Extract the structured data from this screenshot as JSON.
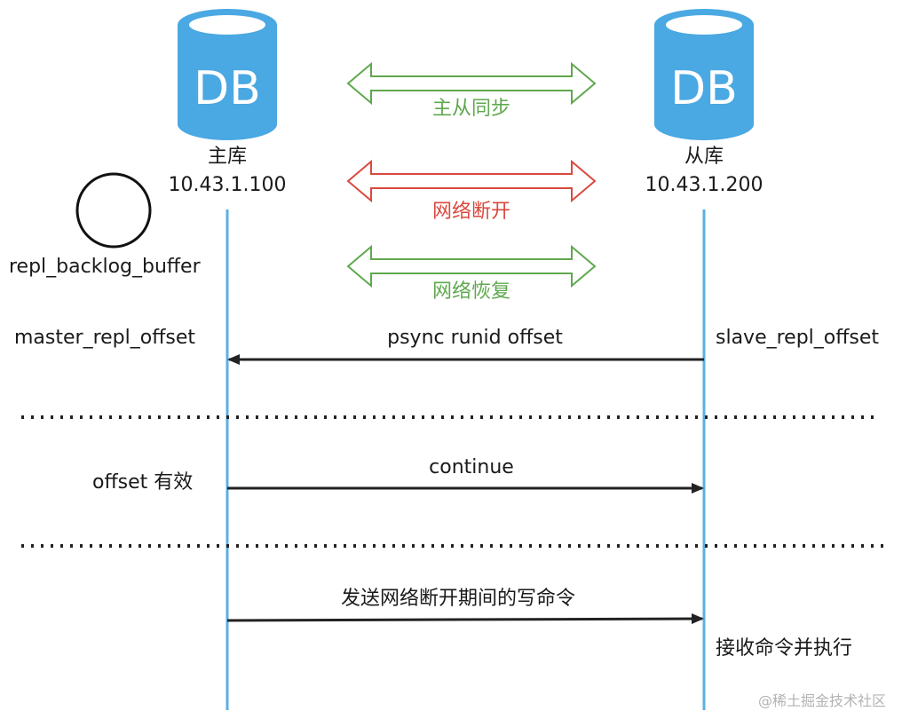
{
  "master": {
    "db_label": "DB",
    "name": "主库",
    "ip": "10.43.1.100"
  },
  "slave": {
    "db_label": "DB",
    "name": "从库",
    "ip": "10.43.1.200"
  },
  "links": {
    "sync": "主从同步",
    "disconnect": "网络断开",
    "recover": "网络恢复"
  },
  "buffer_label": "repl_backlog_buffer",
  "master_offset_label": "master_repl_offset",
  "slave_offset_label": "slave_repl_offset",
  "messages": {
    "psync": "psync runid offset",
    "continue": "continue",
    "send_writes": "发送网络断开期间的写命令"
  },
  "offset_valid": "offset 有效",
  "slave_exec": "接收命令并执行",
  "watermark": "@稀土掘金技术社区",
  "colors": {
    "db_blue": "#4aa8e2",
    "lifeline_blue": "#5bb0e3",
    "green": "#5fa84e",
    "red": "#d9493f",
    "arrow": "#222222"
  }
}
